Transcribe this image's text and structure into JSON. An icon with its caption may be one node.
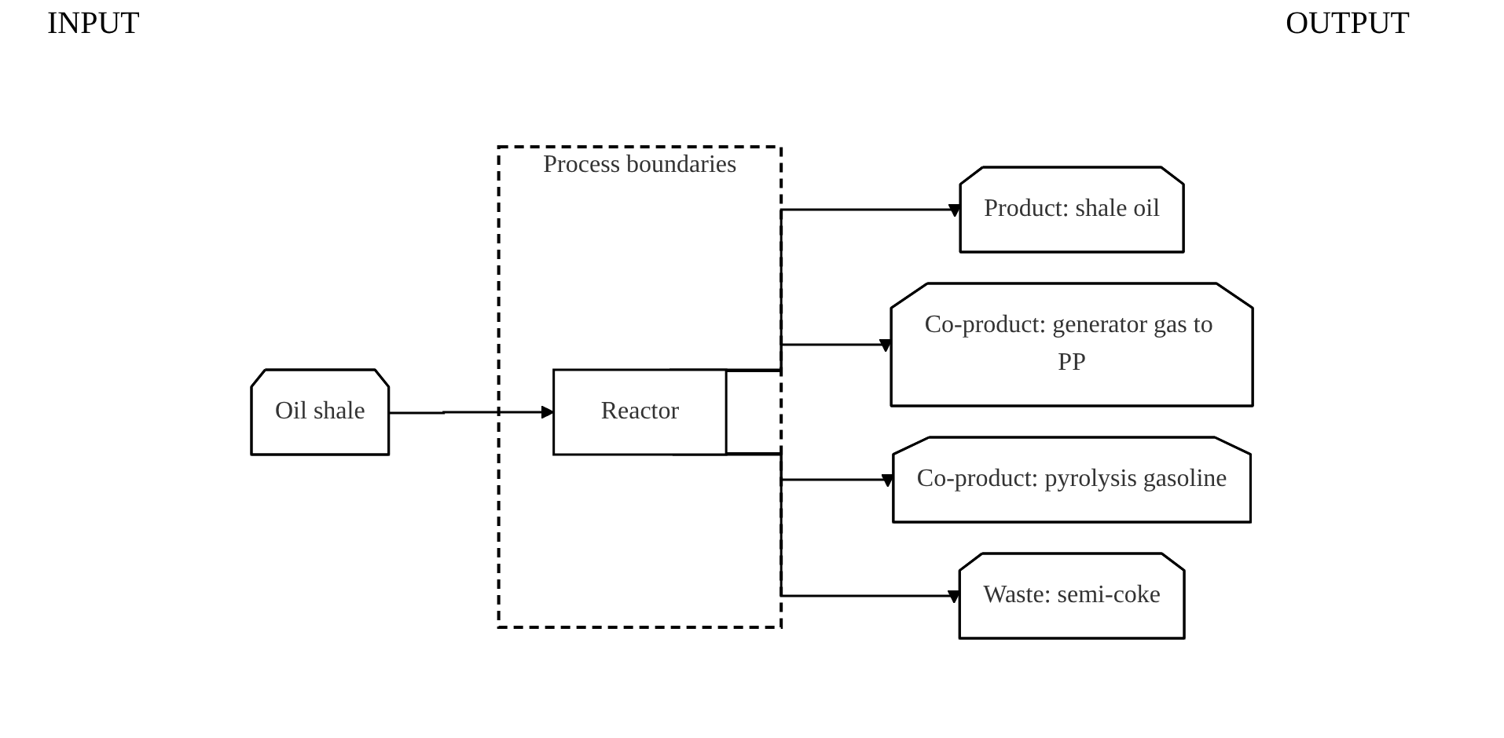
{
  "diagram": {
    "nodes": [
      {
        "text": [
          "Oil shale"
        ]
      },
      {
        "text": [
          "Process boundaries"
        ]
      },
      {
        "text": [
          "Reactor"
        ],
        "in": 1
      },
      {
        "text": [
          "Product: shale oil"
        ]
      },
      {
        "text": [
          "Co-product: generator gas to PP"
        ]
      },
      {
        "text": [
          "Co-product: pyrolysis gasoline"
        ]
      },
      {
        "text": [
          "Waste: semi-coke"
        ]
      }
    ],
    "edges": [
      {
        "from": 0,
        "to": 2,
        "arrow": "to"
      },
      {
        "from": 2,
        "to": 3,
        "arrow": "to"
      },
      {
        "from": 2,
        "to": 4,
        "arrow": "to"
      },
      {
        "from": 2,
        "to": 5,
        "arrow": "to"
      },
      {
        "from": 2,
        "to": 6,
        "arrow": "to"
      }
    ],
    "labels": [
      "INPUT",
      "OUTPUT"
    ]
  }
}
